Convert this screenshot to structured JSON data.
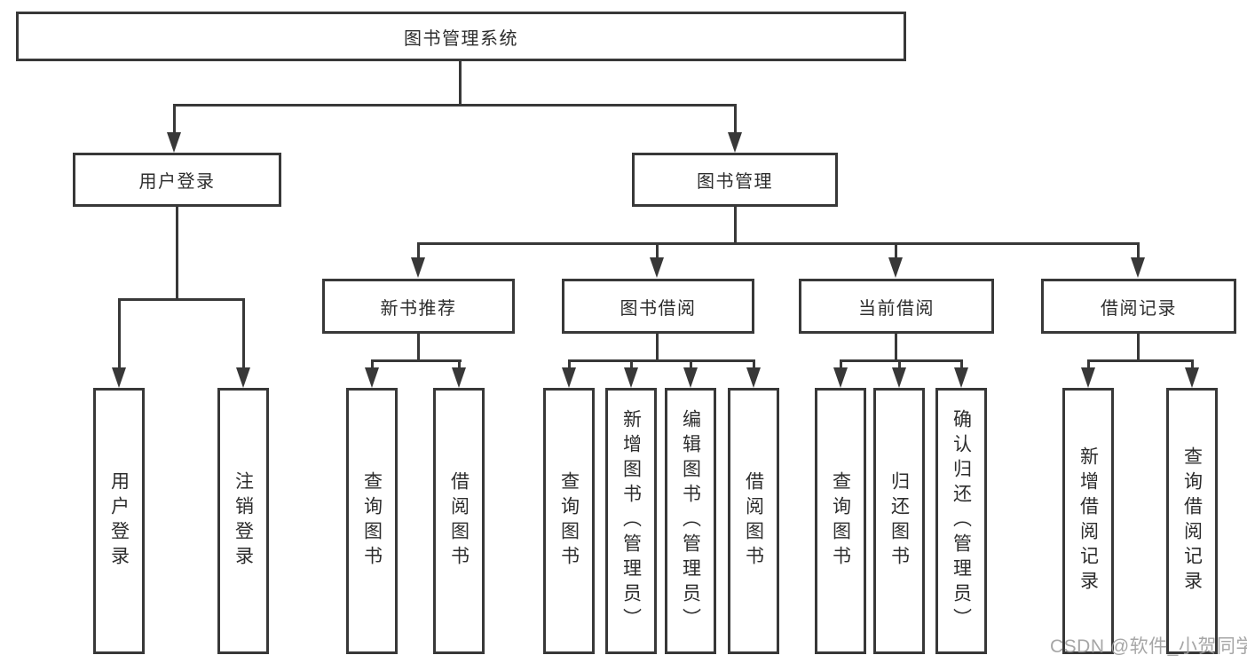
{
  "tree": {
    "root": {
      "label": "图书管理系统"
    },
    "children": [
      {
        "label": "用户登录",
        "children": [
          {
            "label": "用户登录"
          },
          {
            "label": "注销登录"
          }
        ]
      },
      {
        "label": "图书管理",
        "children": [
          {
            "label": "新书推荐",
            "children": [
              {
                "label": "查询图书"
              },
              {
                "label": "借阅图书"
              }
            ]
          },
          {
            "label": "图书借阅",
            "children": [
              {
                "label": "查询图书"
              },
              {
                "label": "新增图书（管理员）"
              },
              {
                "label": "编辑图书（管理员）"
              },
              {
                "label": "借阅图书"
              }
            ]
          },
          {
            "label": "当前借阅",
            "children": [
              {
                "label": "查询图书"
              },
              {
                "label": "归还图书"
              },
              {
                "label": "确认归还（管理员）"
              }
            ]
          },
          {
            "label": "借阅记录",
            "children": [
              {
                "label": "新增借阅记录"
              },
              {
                "label": "查询借阅记录"
              }
            ]
          }
        ]
      }
    ]
  },
  "watermark": {
    "text": "CSDN @软件_小贺同学"
  },
  "colors": {
    "line": "#383838",
    "text": "#2d2d2d",
    "background": "#ffffff",
    "watermark": "#9e9e9e"
  }
}
